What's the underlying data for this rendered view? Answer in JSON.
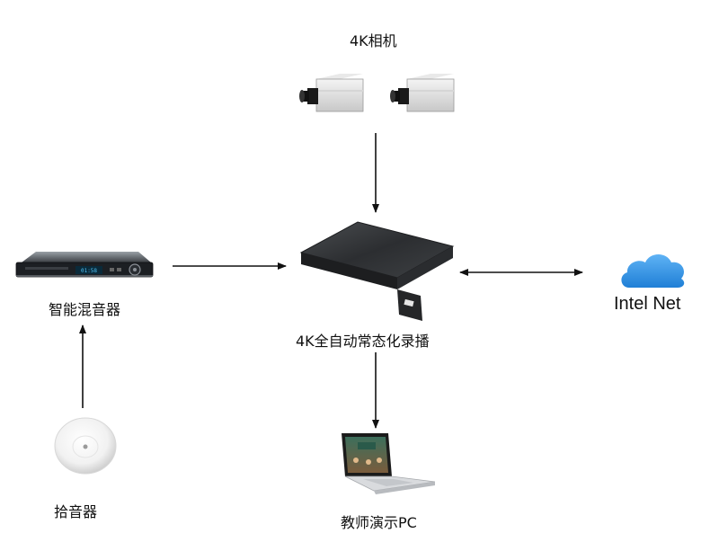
{
  "nodes": {
    "camera": {
      "label": "4K相机"
    },
    "mixer": {
      "label": "智能混音器"
    },
    "recorder": {
      "label": "4K全自动常态化录播"
    },
    "network": {
      "label": "Intel Net"
    },
    "microphone": {
      "label": "拾音器"
    },
    "pc": {
      "label": "教师演示PC"
    }
  },
  "mixer_display": "01:58",
  "colors": {
    "arrow": "#111111",
    "cloud": "#2e8fe0",
    "recorder_body": "#2b2d2f"
  }
}
